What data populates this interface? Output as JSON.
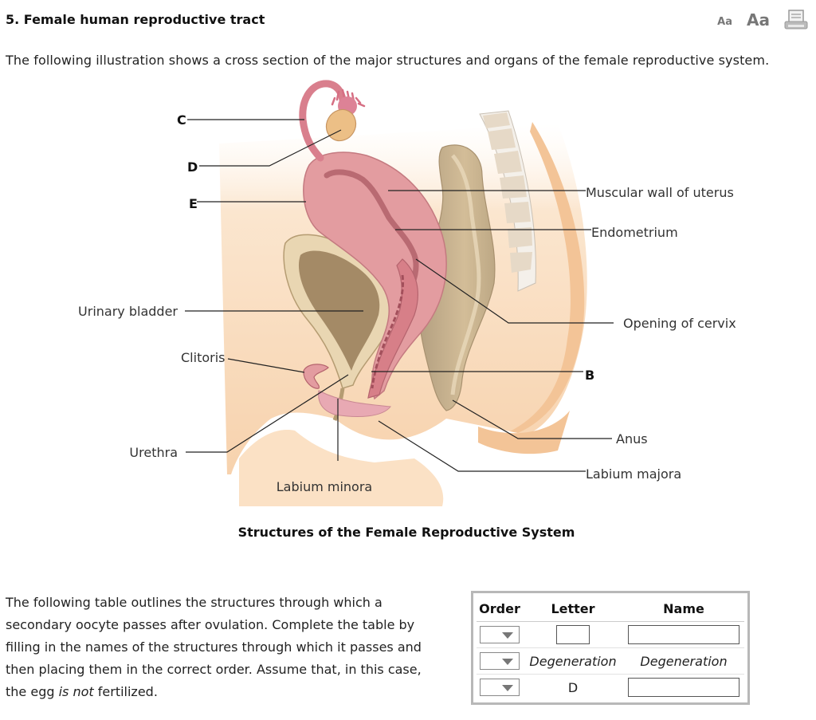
{
  "header": {
    "title": "5. Female human reproductive tract",
    "font_small_label": "Aa",
    "font_large_label": "Aa",
    "print_icon": "print-icon"
  },
  "intro": "The following illustration shows a cross section of the major structures and organs of the female reproductive system.",
  "figure": {
    "labels": {
      "C": "C",
      "D": "D",
      "E": "E",
      "urinary_bladder": "Urinary bladder",
      "clitoris": "Clitoris",
      "urethra": "Urethra",
      "labium_minora": "Labium minora",
      "muscular_wall": "Muscular wall of uterus",
      "endometrium": "Endometrium",
      "opening_cervix": "Opening of cervix",
      "B": "B",
      "anus": "Anus",
      "labium_majora": "Labium majora"
    },
    "caption": "Structures of the Female Reproductive System"
  },
  "question": {
    "before_emphasis": "The following table outlines the structures through which a secondary oocyte passes after ovulation. Complete the table by filling in the names of the structures through which it passes and then placing them in the correct order. Assume that, in this case, the egg ",
    "emphasis": "is not",
    "after_emphasis": " fertilized."
  },
  "table": {
    "headers": {
      "order": "Order",
      "letter": "Letter",
      "name": "Name"
    },
    "rows": [
      {
        "letter": "",
        "name": ""
      },
      {
        "letter": "Degeneration",
        "name": "Degeneration"
      },
      {
        "letter": "D",
        "name": ""
      }
    ]
  },
  "colors": {
    "skin": "#f9dcbc",
    "uterus": "#e39ca0",
    "bladder": "#d8c29a",
    "rectum": "#c9b28e",
    "ovary": "#ecbf86",
    "label_line": "#222222"
  }
}
